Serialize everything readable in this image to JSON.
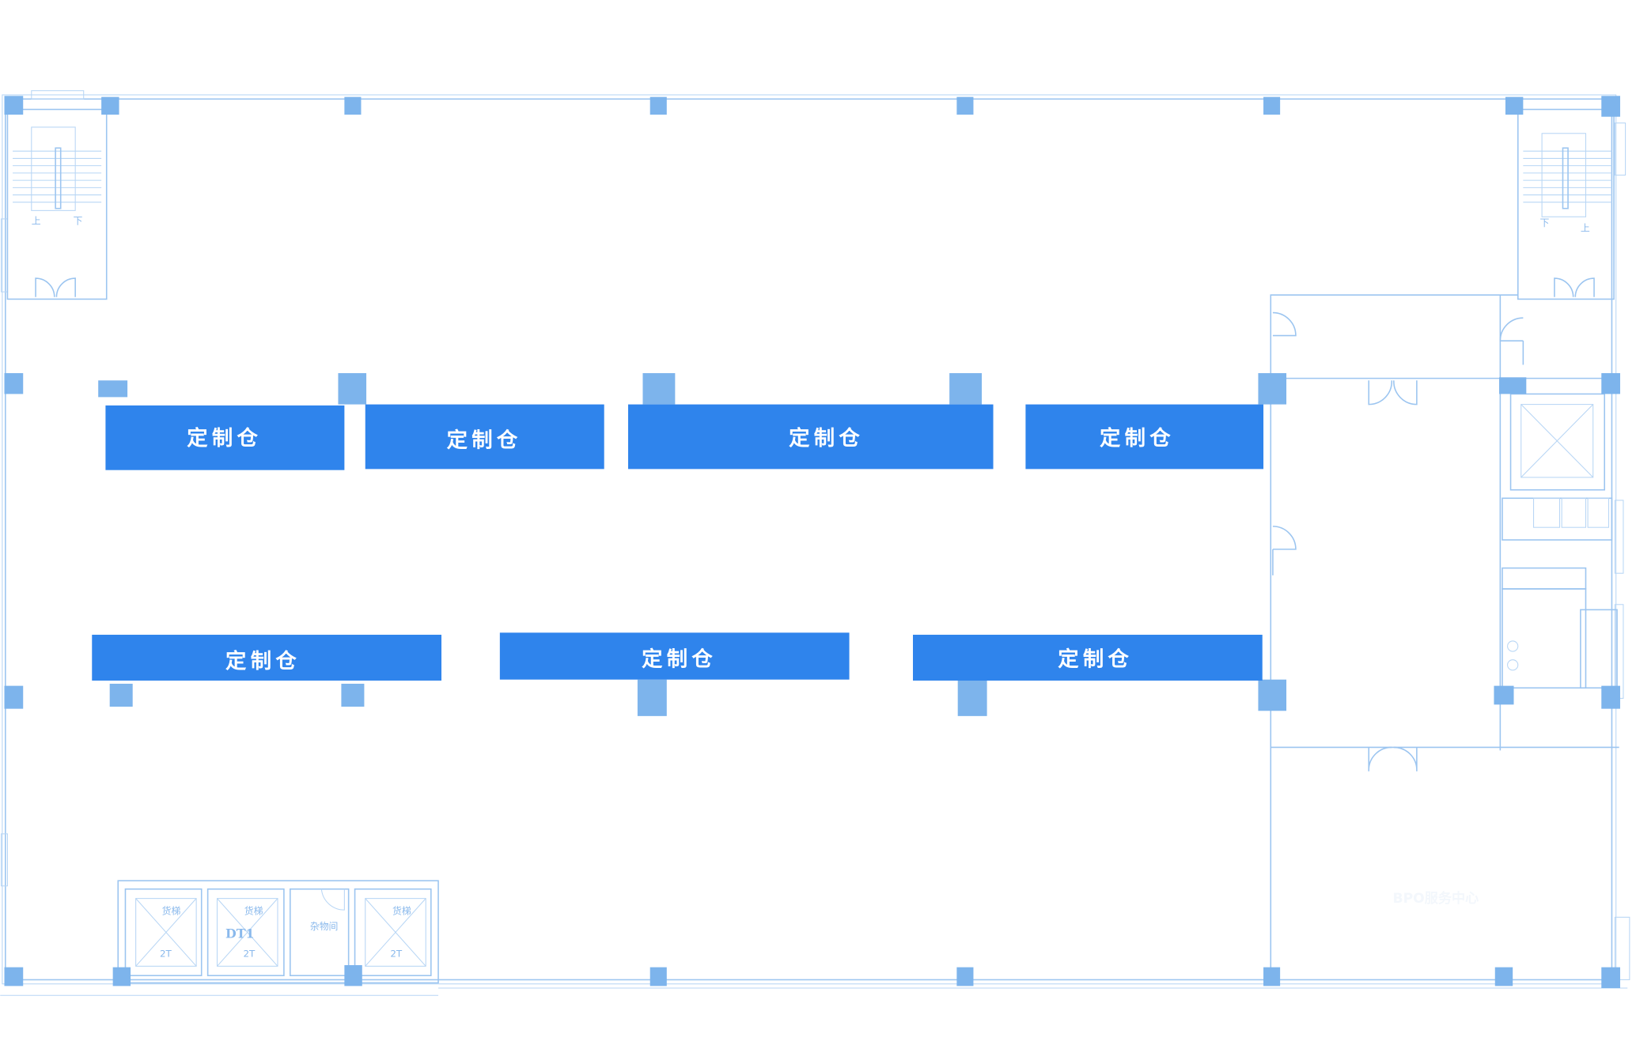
{
  "floor_plan": {
    "zones": [
      {
        "label": "定制仓"
      },
      {
        "label": "定制仓"
      },
      {
        "label": "定制仓"
      },
      {
        "label": "定制仓"
      },
      {
        "label": "定制仓"
      },
      {
        "label": "定制仓"
      },
      {
        "label": "定制仓"
      }
    ],
    "stairs": {
      "up": "上",
      "down": "下"
    },
    "elevators": [
      {
        "type": "货梯",
        "capacity": "2T"
      },
      {
        "type": "货梯",
        "capacity": "2T",
        "code": "DT1"
      },
      {
        "type": "货梯",
        "capacity": "2T"
      }
    ],
    "storage_room": "杂物间",
    "area_label": "BPO服务中心"
  },
  "colors": {
    "zone": "#2f84ec",
    "column": "#7db4ec",
    "wall": "#9cc5f0"
  }
}
